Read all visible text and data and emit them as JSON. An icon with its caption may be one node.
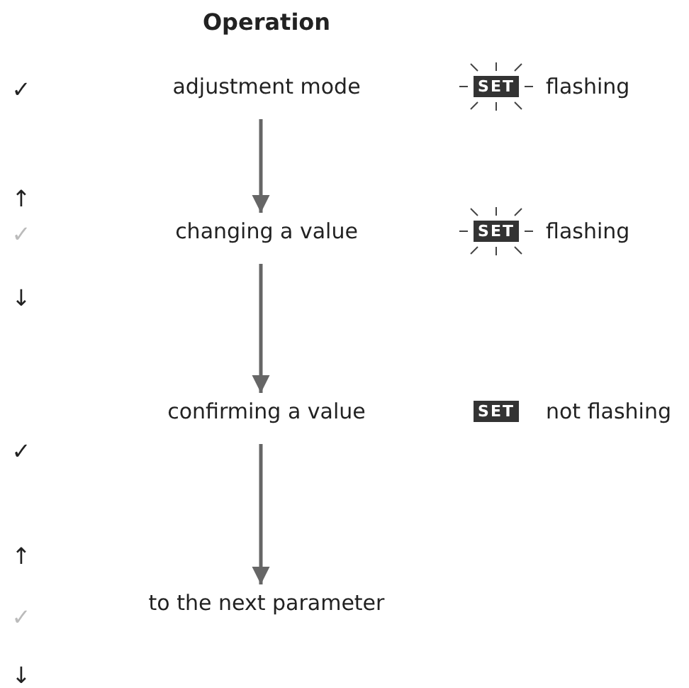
{
  "diagram": {
    "title": "Operation",
    "nodes": [
      {
        "text": [
          "adjustment mode"
        ]
      },
      {
        "text": [
          "changing a value"
        ]
      },
      {
        "text": [
          "confirming a value"
        ]
      },
      {
        "text": [
          "to the next parameter"
        ]
      }
    ],
    "edges": [
      {
        "from": 0,
        "to": 1,
        "arrow": "to"
      },
      {
        "from": 1,
        "to": 2,
        "arrow": "to"
      },
      {
        "from": 2,
        "to": 3,
        "arrow": "to"
      }
    ],
    "labels": [
      "✓",
      "SET",
      "flashing",
      "↑",
      "✓",
      "SET",
      "flashing",
      "↓",
      "SET",
      "not flashing",
      "✓",
      "↑",
      "✓",
      "↓"
    ]
  }
}
